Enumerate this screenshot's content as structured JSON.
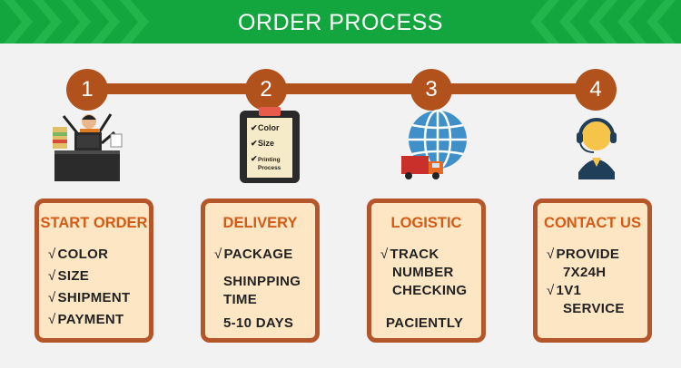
{
  "banner": {
    "title": "ORDER PROCESS",
    "color": "#13a53e"
  },
  "steps": [
    {
      "number": "1",
      "icon": "office-worker-icon",
      "title": "START ORDER",
      "items": [
        "COLOR",
        "SIZE",
        "SHIPMENT",
        "PAYMENT"
      ]
    },
    {
      "number": "2",
      "icon": "clipboard-checklist-icon",
      "clipboard": [
        "Color",
        "Size",
        "Printing",
        "Process"
      ],
      "title": "DELIVERY",
      "item": "PACKAGE",
      "text_line1": "SHINPPING",
      "text_line2": "TIME",
      "highlight": "5-10 DAYS"
    },
    {
      "number": "3",
      "icon": "globe-truck-icon",
      "title": "LOGISTIC",
      "item_line1": "TRACK",
      "item_line2": "NUMBER",
      "item_line3": "CHECKING",
      "highlight": "PACIENTLY"
    },
    {
      "number": "4",
      "icon": "headset-support-icon",
      "title": "CONTACT US",
      "item1": "PROVIDE",
      "highlight": "7X24H",
      "item2_line1": "1V1",
      "item2_line2": "SERVICE"
    }
  ],
  "check_mark": "√",
  "colors": {
    "accent": "#b1521d",
    "card_bg": "#fde6c4",
    "title": "#d35b17",
    "highlight": "#e8830c"
  }
}
